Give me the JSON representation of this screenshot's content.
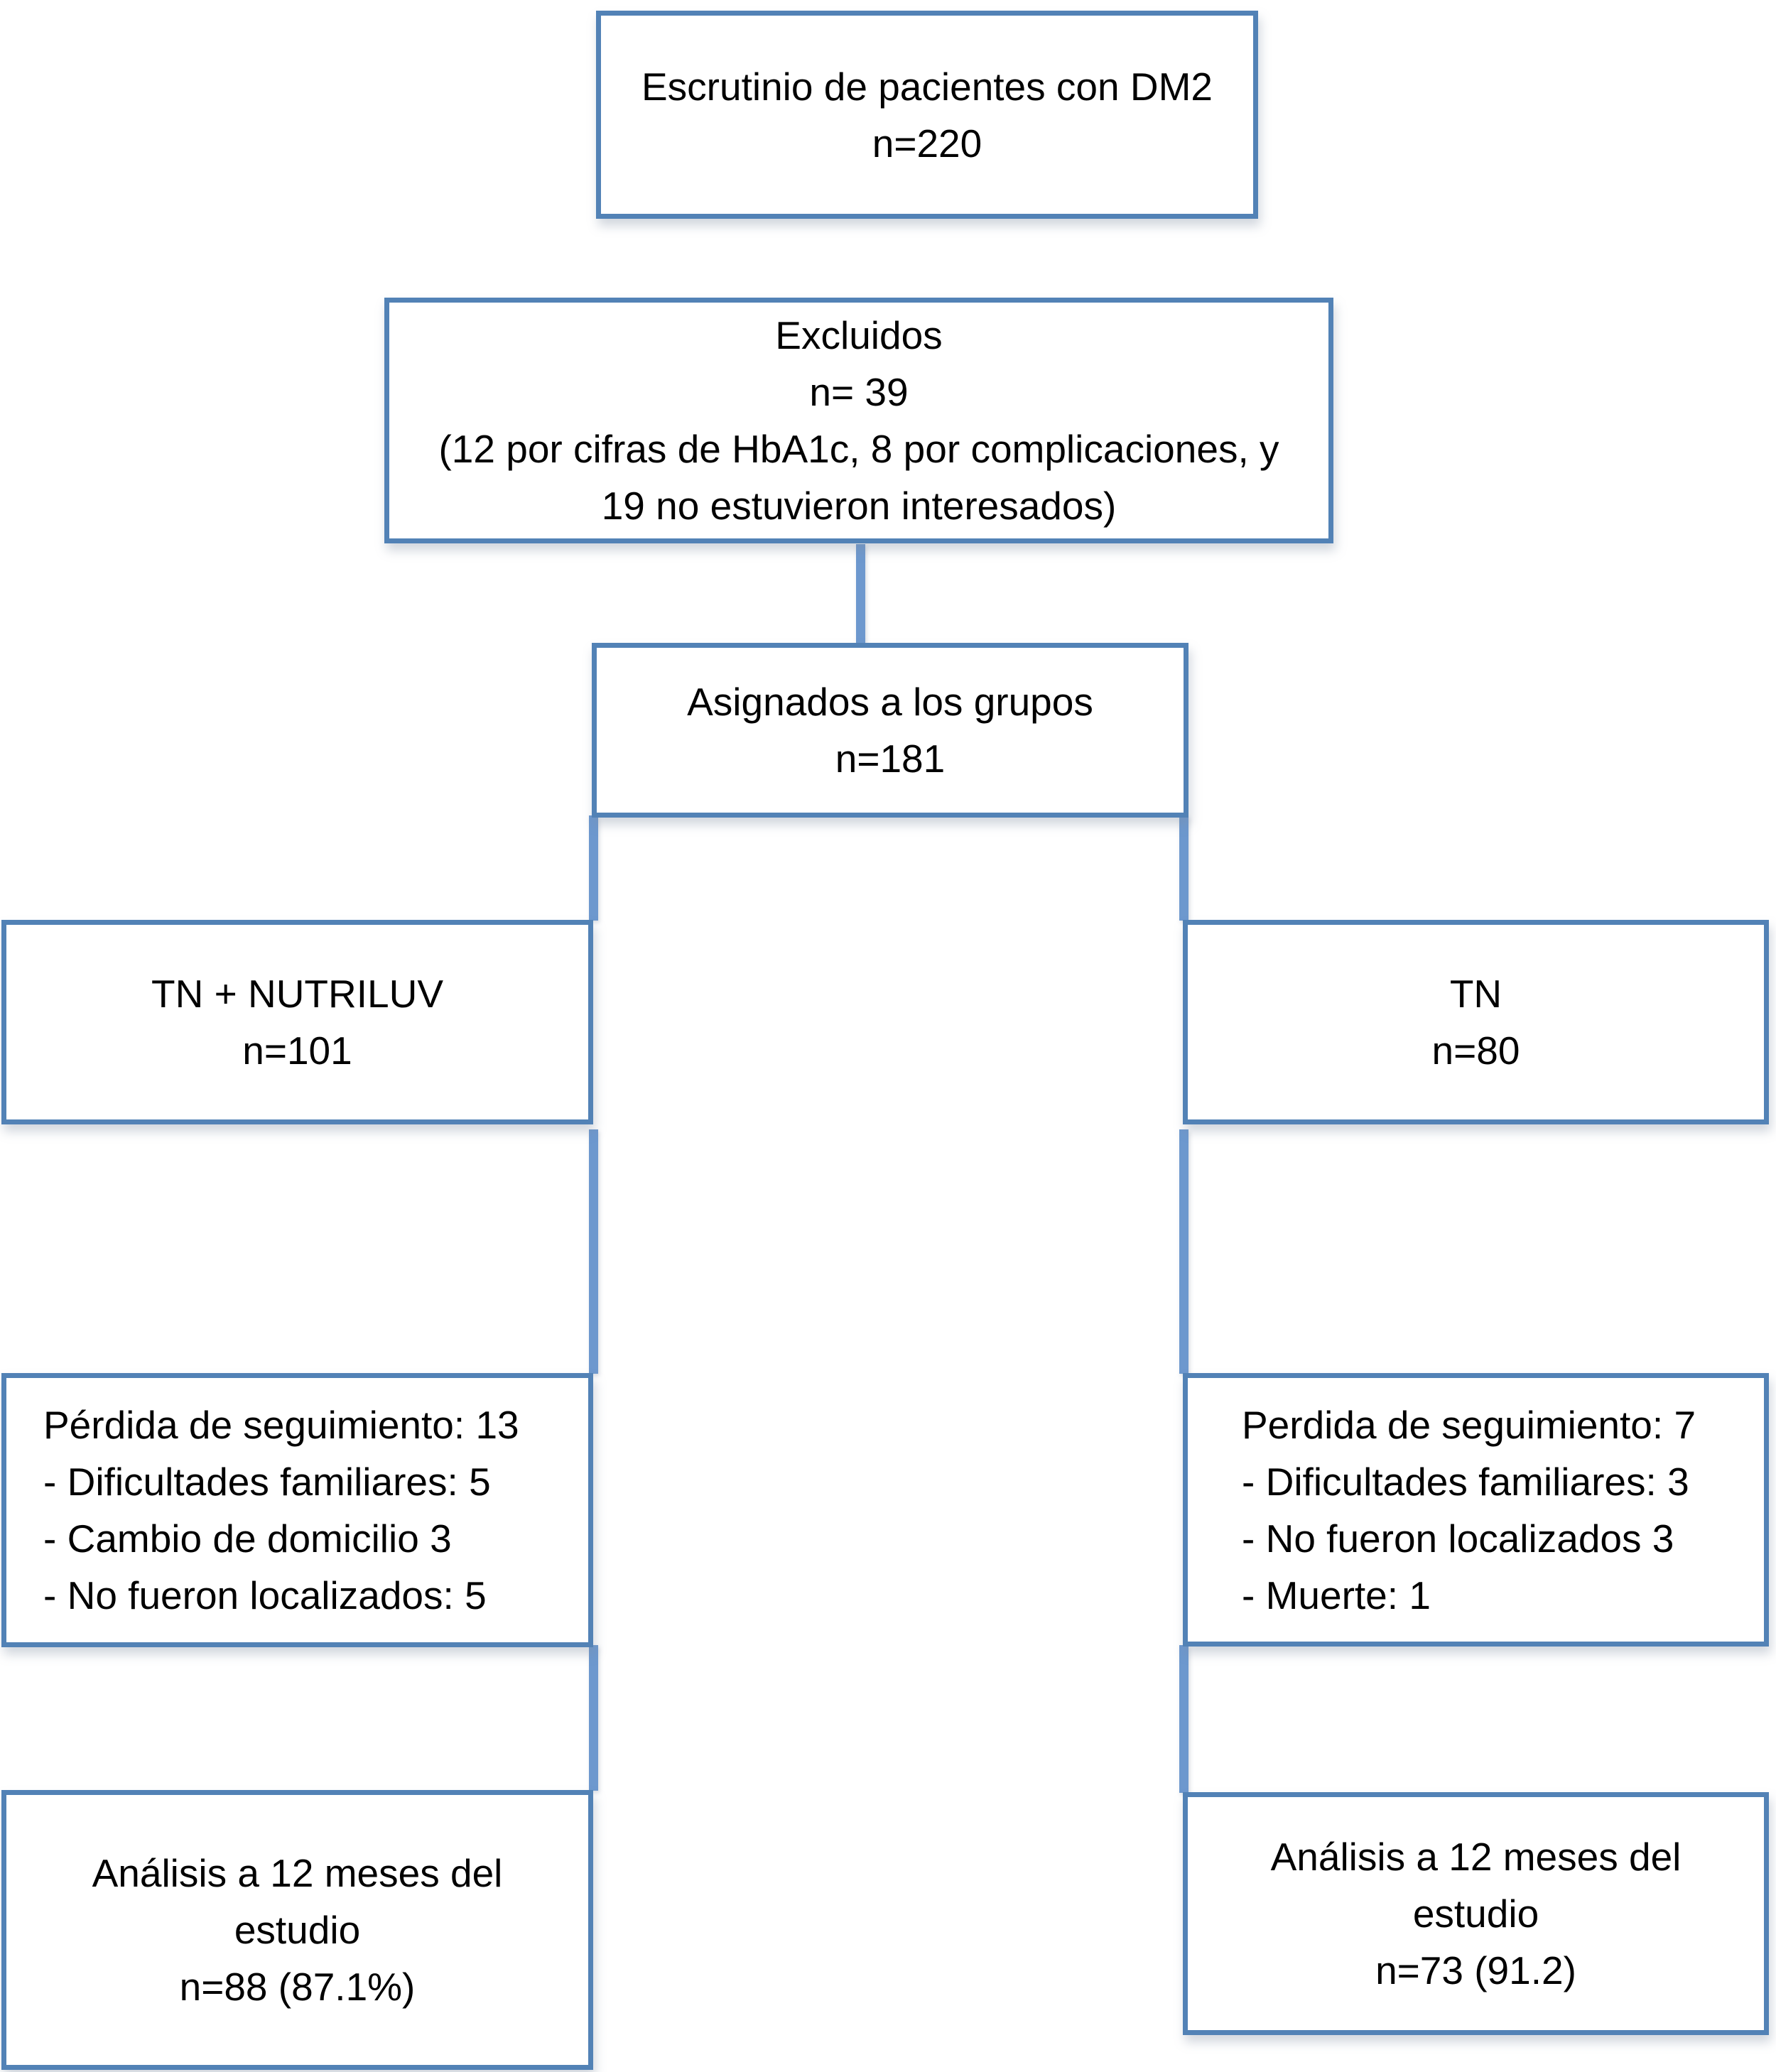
{
  "colors": {
    "box_border": "#5282B6",
    "connector": "#6D98CE",
    "text": "#000000",
    "background": "#FFFFFF"
  },
  "diagram": {
    "boxes": {
      "screening": {
        "lines": [
          "Escrutinio de pacientes con DM2",
          "n=220"
        ]
      },
      "excluded": {
        "lines": [
          "Excluidos",
          "n= 39",
          "(12 por cifras de HbA1c, 8 por complicaciones, y",
          "19 no estuvieron interesados)"
        ]
      },
      "assigned": {
        "lines": [
          "Asignados a los grupos",
          "n=181"
        ]
      },
      "tn_nutriluv": {
        "lines": [
          "TN + NUTRILUV",
          "n=101"
        ]
      },
      "tn": {
        "lines": [
          "TN",
          "n=80"
        ]
      },
      "loss_left": {
        "lines": [
          "Pérdida de seguimiento: 13",
          "- Dificultades familiares: 5",
          "- Cambio de domicilio 3",
          "- No fueron localizados: 5"
        ]
      },
      "loss_right": {
        "lines": [
          "Perdida de seguimiento: 7",
          "- Dificultades familiares: 3",
          "- No fueron localizados 3",
          "- Muerte: 1"
        ]
      },
      "analysis_left": {
        "lines": [
          "Análisis a 12 meses del",
          "estudio",
          "n=88 (87.1%)"
        ]
      },
      "analysis_right": {
        "lines": [
          "Análisis a 12 meses del",
          "estudio",
          "n=73 (91.2)"
        ]
      }
    }
  }
}
